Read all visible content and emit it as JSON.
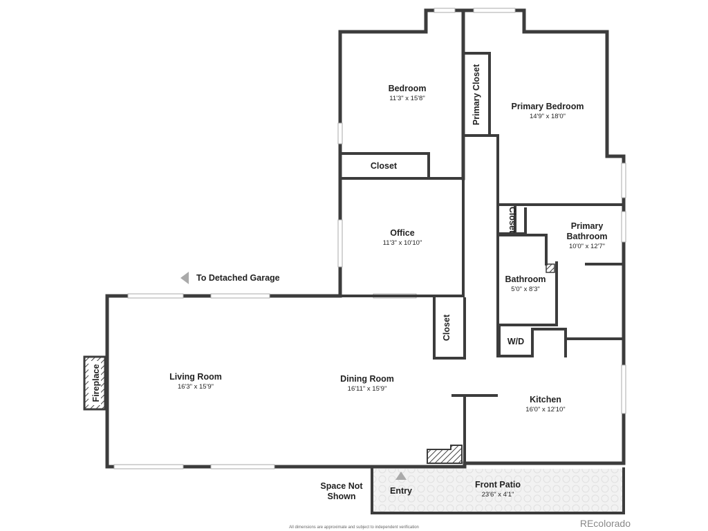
{
  "rooms": {
    "bedroom": {
      "name": "Bedroom",
      "dims": "11'3\" x 15'8\""
    },
    "primary_closet": {
      "name": "Primary Closet"
    },
    "primary_bedroom": {
      "name": "Primary Bedroom",
      "dims": "14'9\" x 18'0\""
    },
    "closet_bedroom": {
      "name": "Closet"
    },
    "office": {
      "name": "Office",
      "dims": "11'3\" x 10'10\""
    },
    "closet_hall": {
      "name": "Closet"
    },
    "primary_bathroom": {
      "name_line1": "Primary",
      "name_line2": "Bathroom",
      "dims": "10'0\" x 12'7\""
    },
    "bathroom": {
      "name": "Bathroom",
      "dims": "5'0\" x 8'3\""
    },
    "closet_dining": {
      "name": "Closet"
    },
    "wd": {
      "name": "W/D"
    },
    "living_room": {
      "name": "Living Room",
      "dims": "16'3\" x 15'9\""
    },
    "dining_room": {
      "name": "Dining Room",
      "dims": "16'11\" x 15'9\""
    },
    "kitchen": {
      "name": "Kitchen",
      "dims": "16'0\" x 12'10\""
    },
    "fireplace": {
      "name": "Fireplace"
    },
    "front_patio": {
      "name": "Front Patio",
      "dims": "23'6\" x 4'1\""
    }
  },
  "labels": {
    "garage": "To Detached Garage",
    "space_not_shown_1": "Space Not",
    "space_not_shown_2": "Shown",
    "entry": "Entry",
    "disclaimer": "All dimensions are approximate and subject to independent verification",
    "brand": "REcolorado"
  },
  "colors": {
    "wall": "#3c3c3c",
    "background": "#ffffff",
    "patio_fill": "#f0f0f0",
    "arrow": "#aaaaaa"
  }
}
